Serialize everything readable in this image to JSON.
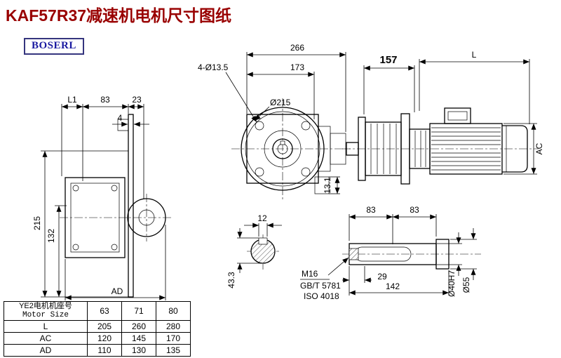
{
  "title": "KAF57R37减速机电机尺寸图纸",
  "logo": "BOSERL",
  "colors": {
    "title_color": "#990000",
    "logo_color": "#1a1aa0"
  },
  "views": {
    "front": {
      "dim_266": "266",
      "dim_173": "173",
      "dim_holes": "4-Ø13.5",
      "dim_flange": "Ø215",
      "dim_13_1": "13.1"
    },
    "side": {
      "dim_157": "157",
      "dim_L": "L",
      "dim_AC": "AC"
    },
    "left": {
      "dim_L1": "L1",
      "dim_83": "83",
      "dim_23": "23",
      "dim_4": "4",
      "dim_215": "215",
      "dim_132": "132",
      "dim_AD": "AD"
    },
    "shaft_section": {
      "dim_12": "12",
      "dim_43_3": "43.3"
    },
    "shaft_detail": {
      "dim_83a": "83",
      "dim_83b": "83",
      "label_m16": "M16",
      "label_gbt": "GB/T 5781",
      "label_iso": "ISO 4018",
      "dim_29": "29",
      "dim_142": "142",
      "dim_40h7": "Ø40H7",
      "dim_55": "Ø55"
    }
  },
  "table": {
    "header": {
      "label_line1": "YE2电机机座号",
      "label_line2": "Motor Size",
      "sizes": [
        "63",
        "71",
        "80"
      ]
    },
    "rows": [
      {
        "label": "L",
        "values": [
          "205",
          "260",
          "280"
        ]
      },
      {
        "label": "AC",
        "values": [
          "120",
          "145",
          "170"
        ]
      },
      {
        "label": "AD",
        "values": [
          "110",
          "130",
          "135"
        ]
      }
    ]
  }
}
